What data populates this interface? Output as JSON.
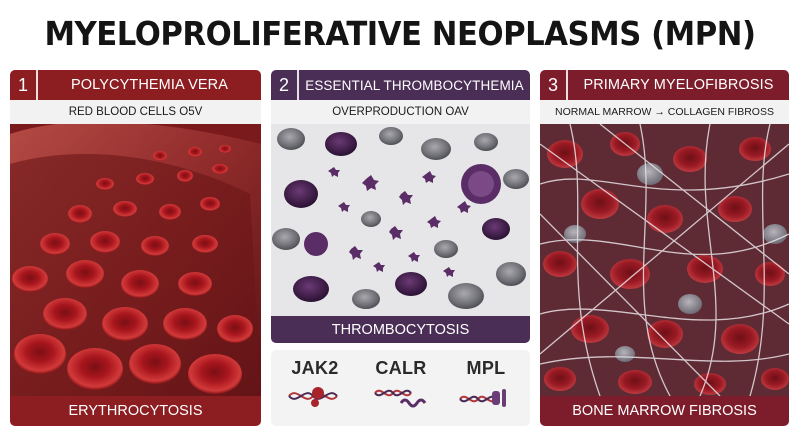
{
  "title": "MYELOPROLIFERATIVE NEOPLASMS (MPN)",
  "panels": [
    {
      "number": "1",
      "title": "POLYCYTHEMIA VERA",
      "subtitle": "RED BLOOD CELLS O5V",
      "footer": "ERYTHROCYTOSIS",
      "color": "#8c1e22"
    },
    {
      "number": "2",
      "title": "ESSENTIAL THROMBOCYTHEMIA",
      "subtitle": "OVERPRODUCTION OAV",
      "footer": "THROMBOCYTOSIS",
      "color": "#4b2e56"
    },
    {
      "number": "3",
      "title": "PRIMARY MYELOFIBROSIS",
      "subtitle": "NORMAL MARROW → COLLAGEN FIBROSS",
      "footer": "BONE MARROW FIBROSIS",
      "color": "#7d1c2b"
    }
  ],
  "genes": [
    {
      "label": "JAK2",
      "icon": "dna-red-protein-icon"
    },
    {
      "label": "CALR",
      "icon": "dna-purple-coil-icon"
    },
    {
      "label": "MPL",
      "icon": "dna-purple-receptor-icon"
    }
  ]
}
